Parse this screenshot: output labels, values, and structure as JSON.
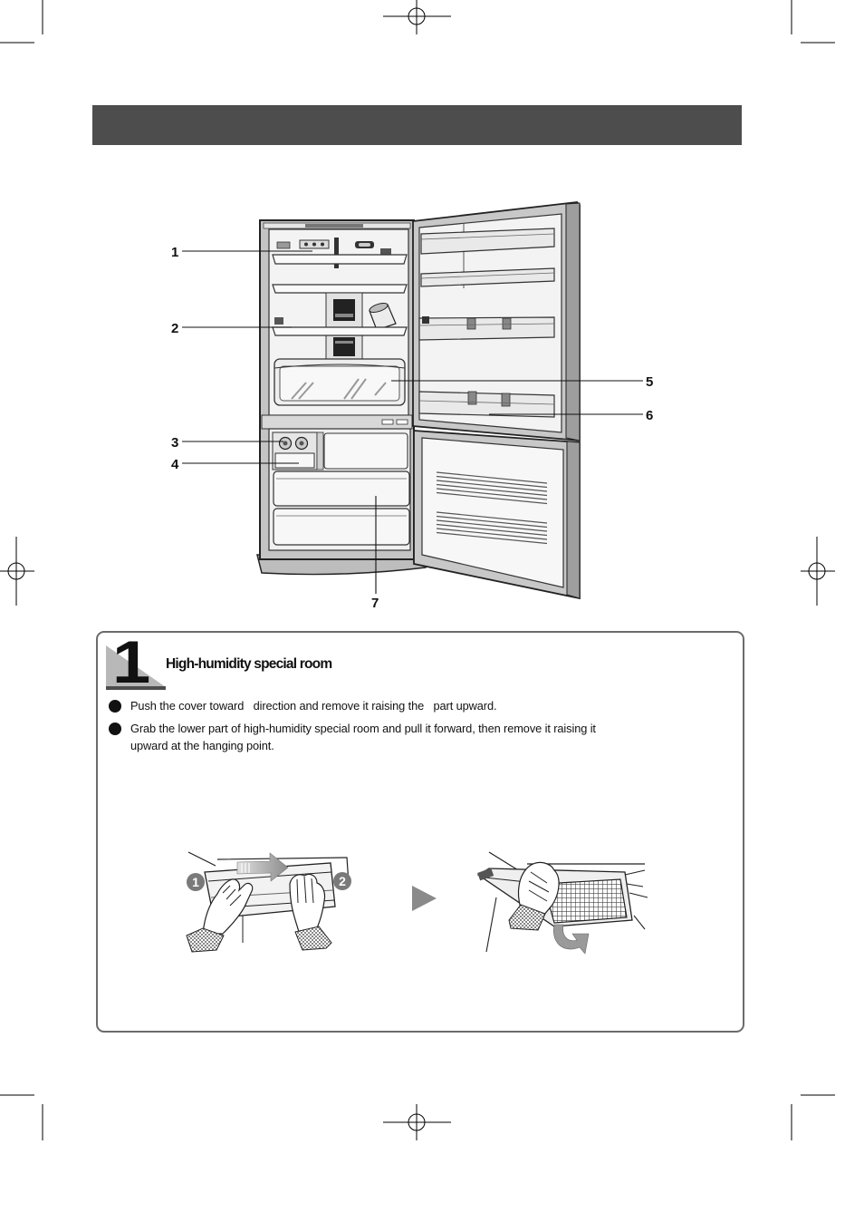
{
  "colors": {
    "header_bar": "#4d4d4d",
    "box_border": "#6b6b6b",
    "badge_gray": "#b8b8b8"
  },
  "icons": {
    "bullet": "filled-circle",
    "next_step": "play-triangle"
  },
  "diagram": {
    "callouts": [
      "1",
      "2",
      "3",
      "4",
      "5",
      "6",
      "7"
    ]
  },
  "step": {
    "number": "1",
    "title": "High-humidity special room",
    "bullets": [
      {
        "lines": [
          "Push the cover toward   direction and remove it raising the   part upward."
        ]
      },
      {
        "lines": [
          "Grab the lower part of high-humidity special room and pull it forward, then remove it raising it",
          "upward at the hanging point."
        ]
      }
    ]
  },
  "illustrations": {
    "markers": [
      "1",
      "2"
    ]
  }
}
